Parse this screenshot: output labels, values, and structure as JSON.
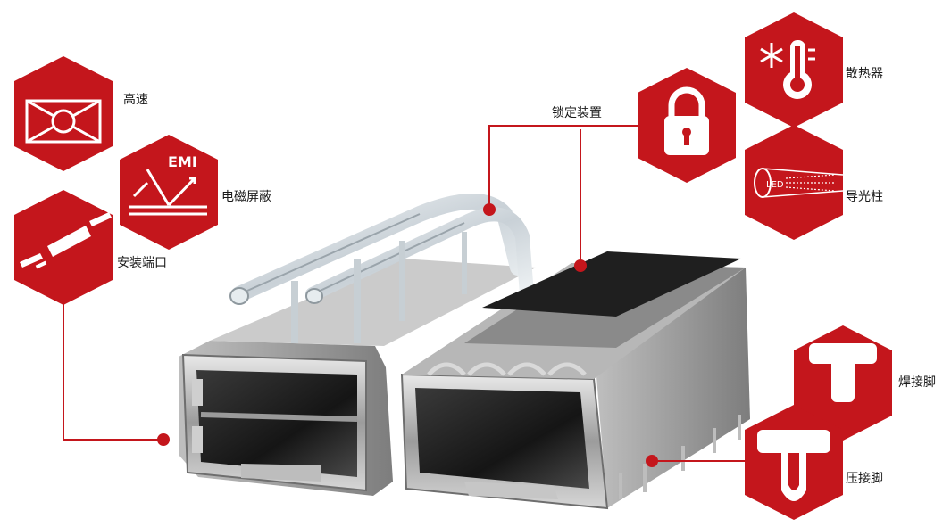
{
  "colors": {
    "accent": "#c4161c",
    "metal": "#8c8c8c",
    "heatsink": "#262626",
    "clear": "#d4dbe0"
  },
  "features": {
    "high_speed": {
      "label": "高速",
      "icon": "high-speed-icon"
    },
    "emi": {
      "label": "电磁屏蔽",
      "icon": "emi-shield-icon",
      "icon_text": "EMI"
    },
    "mounting": {
      "label": "安装端口",
      "icon": "mounting-port-icon"
    },
    "latch": {
      "label": "锁定装置",
      "icon": "lock-icon"
    },
    "heat_sink": {
      "label": "散热器",
      "icon": "heat-sink-icon"
    },
    "light_pipe": {
      "label": "导光柱",
      "icon": "light-pipe-icon",
      "icon_text": "LED"
    },
    "solder_tail": {
      "label": "焊接脚",
      "icon": "solder-tail-icon"
    },
    "press_fit": {
      "label": "压接脚",
      "icon": "press-fit-icon"
    }
  }
}
